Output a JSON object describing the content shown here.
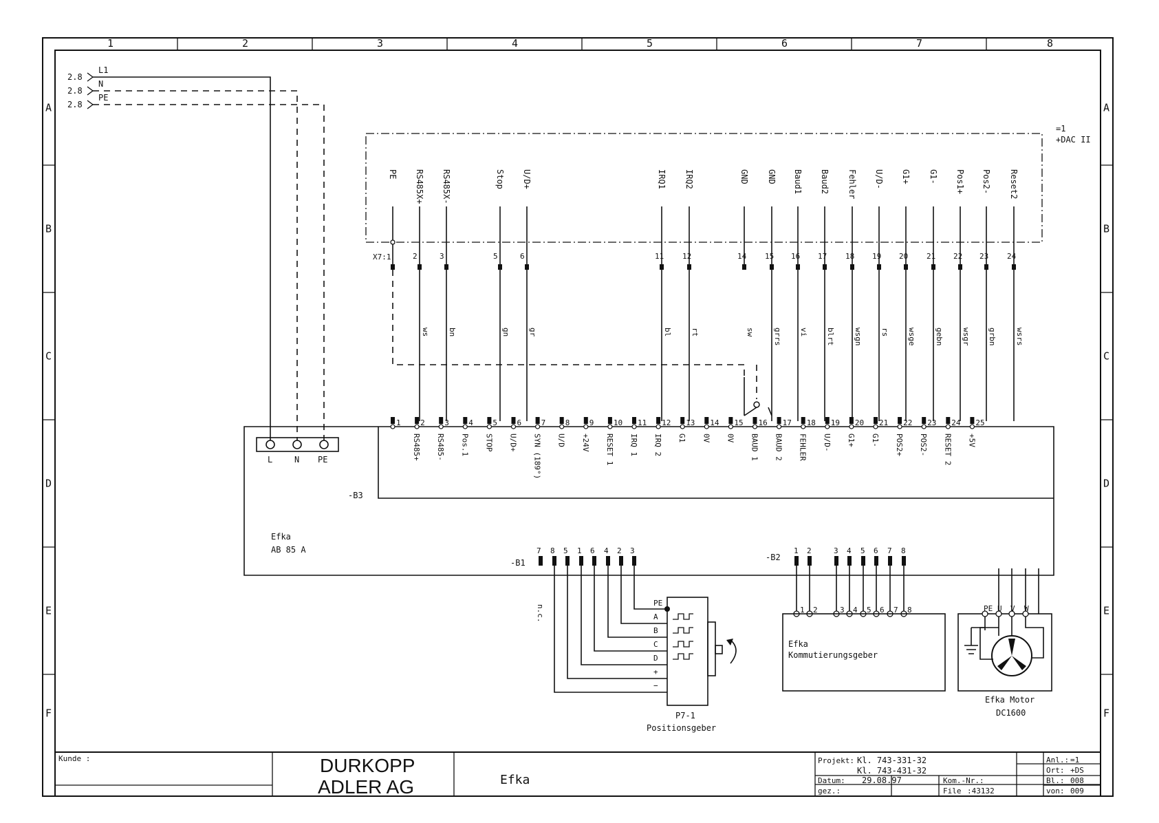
{
  "columns": [
    "1",
    "2",
    "3",
    "4",
    "5",
    "6",
    "7",
    "8"
  ],
  "rows": [
    "A",
    "B",
    "C",
    "D",
    "E",
    "F"
  ],
  "supply": {
    "refs": [
      "2.8",
      "2.8",
      "2.8"
    ],
    "lines": [
      "L1",
      "N",
      "PE"
    ]
  },
  "dac": {
    "label_line1": "=1",
    "label_line2": "+DAC II",
    "connector": "X7:1",
    "signals": [
      "PE",
      "RS485X+",
      "RS485X-",
      "Stop",
      "U/D+",
      "IRQ1",
      "IRQ2",
      "GND",
      "GND",
      "Baud1",
      "Baud2",
      "Fehler",
      "U/D-",
      "G1+",
      "G1-",
      "Pos1+",
      "Pos2-",
      "Reset2"
    ],
    "pin_numbers": [
      "1",
      "2",
      "3",
      "5",
      "6",
      "11",
      "12",
      "14",
      "15",
      "16",
      "17",
      "18",
      "19",
      "20",
      "21",
      "22",
      "23",
      "24"
    ],
    "wire_colors": [
      "",
      "ws",
      "bn",
      "gn",
      "gr",
      "bl",
      "rt",
      "sw",
      "grrs",
      "vi",
      "blrt",
      "wsgn",
      "rs",
      "wsge",
      "gebn",
      "wsgr",
      "grbn",
      "wsrs"
    ]
  },
  "board": {
    "ref": "-B3",
    "maker": "Efka",
    "model": "AB 85 A",
    "terminal_labels": [
      "L",
      "N",
      "PE"
    ],
    "pin_numbers": [
      "1",
      "2",
      "3",
      "4",
      "5",
      "6",
      "7",
      "8",
      "9",
      "10",
      "11",
      "12",
      "13",
      "14",
      "15",
      "16",
      "17",
      "18",
      "19",
      "20",
      "21",
      "22",
      "23",
      "24",
      "25"
    ],
    "pin_names": [
      "",
      "RS485+",
      "RS485-",
      "Pos.1",
      "STOP",
      "U/D+",
      "SYN (189°)",
      "U/D",
      "+24V",
      "RESET 1",
      "IRQ 1",
      "IRQ 2",
      "G1",
      "0V",
      "0V",
      "BAUD 1",
      "BAUD 2",
      "FEHLER",
      "U/D-",
      "G1+",
      "G1-",
      "POS2+",
      "POS2-",
      "RESET 2",
      "+5V"
    ]
  },
  "b1": {
    "ref": "-B1",
    "pins": [
      "7",
      "8",
      "5",
      "1",
      "6",
      "4",
      "2",
      "3"
    ],
    "nc": "n.c."
  },
  "b2": {
    "ref": "-B2",
    "pins": [
      "1",
      "2",
      "3",
      "4",
      "5",
      "6",
      "7",
      "8"
    ]
  },
  "encoder": {
    "terminals": [
      "PE",
      "A",
      "B",
      "C",
      "D",
      "+",
      "−"
    ],
    "name": "P7-1",
    "caption": "Positionsgeber"
  },
  "commutator": {
    "pins": [
      "1",
      "2",
      "3",
      "4",
      "5",
      "6",
      "7",
      "8"
    ],
    "line1": "Efka",
    "line2": "Kommutierungsgeber"
  },
  "motor": {
    "terminals": [
      "PE",
      "U",
      "V",
      "W"
    ],
    "line1": "Efka Motor",
    "line2": "DC1600"
  },
  "titleblock": {
    "kunde": "Kunde :",
    "company_line1": "DURKOPP",
    "company_line2": "ADLER AG",
    "drawing_title": "Efka",
    "projekt_label": "Projekt:",
    "projekt1": "Kl. 743-331-32",
    "projekt2": "Kl. 743-431-32",
    "datum_label": "Datum:",
    "datum": "29.08.97",
    "gez_label": "gez.:",
    "kom_label": "Kom.-Nr.:",
    "file_label": "File",
    "file": ":43132",
    "anl_label": "Anl.:",
    "anl": "=1",
    "ort_label": "Ort:",
    "ort": "+DS",
    "bl_label": "Bl.:",
    "bl": "008",
    "von_label": "von:",
    "von": "009"
  }
}
